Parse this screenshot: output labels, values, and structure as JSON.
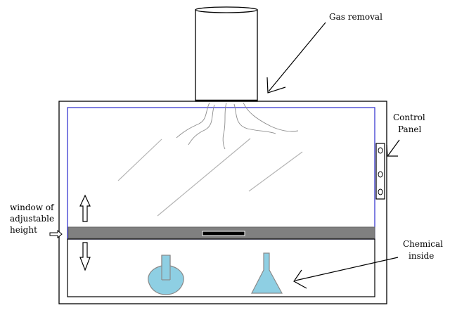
{
  "labels": {
    "gas_removal": "Gas removal",
    "control_panel_line1": "Control",
    "control_panel_line2": "Panel",
    "window_line1": "window of",
    "window_line2": "adjustable",
    "window_line3": "height",
    "chemical_line1": "Chemical",
    "chemical_line2": "inside"
  },
  "colors": {
    "outline": "#000000",
    "glass_frame": "#2a2acd",
    "sash_bar": "#808080",
    "handle": "#000000",
    "glass_streak": "#b4b4b4",
    "fume_line": "#8c8c8c",
    "flask_fill": "#8ecfe3",
    "flask_stroke": "#8a8a8a"
  },
  "icons": [
    "up-arrow-icon",
    "down-arrow-icon",
    "right-pointer-arrow-icon",
    "knob-icon"
  ]
}
